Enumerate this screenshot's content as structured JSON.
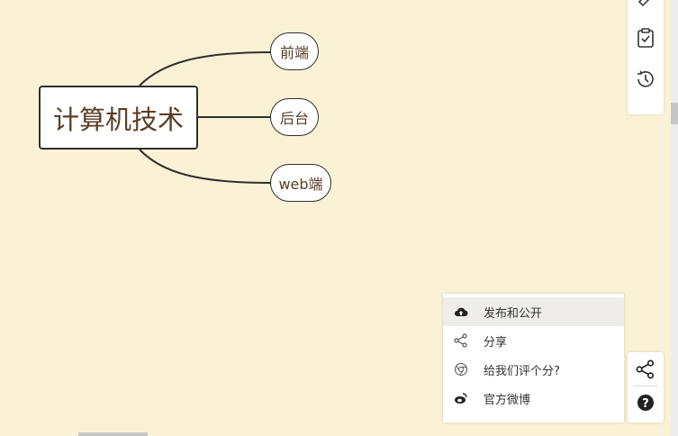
{
  "mindmap": {
    "root": "计算机技术",
    "children": [
      "前端",
      "后台",
      "web端"
    ]
  },
  "toolbar": {
    "icons": [
      "edit-icon",
      "clipboard-check-icon",
      "history-icon"
    ]
  },
  "menu": {
    "items": [
      {
        "label": "发布和公开",
        "icon": "cloud-upload-icon",
        "active": true
      },
      {
        "label": "分享",
        "icon": "share-icon"
      },
      {
        "label": "给我们评个分?",
        "icon": "chrome-icon"
      },
      {
        "label": "官方微博",
        "icon": "weibo-icon"
      }
    ]
  },
  "side": {
    "icons": [
      "share-icon",
      "help-icon"
    ]
  },
  "colors": {
    "background": "#fbf2d5",
    "line": "#2f2f2f",
    "text": "#5a3d26"
  }
}
